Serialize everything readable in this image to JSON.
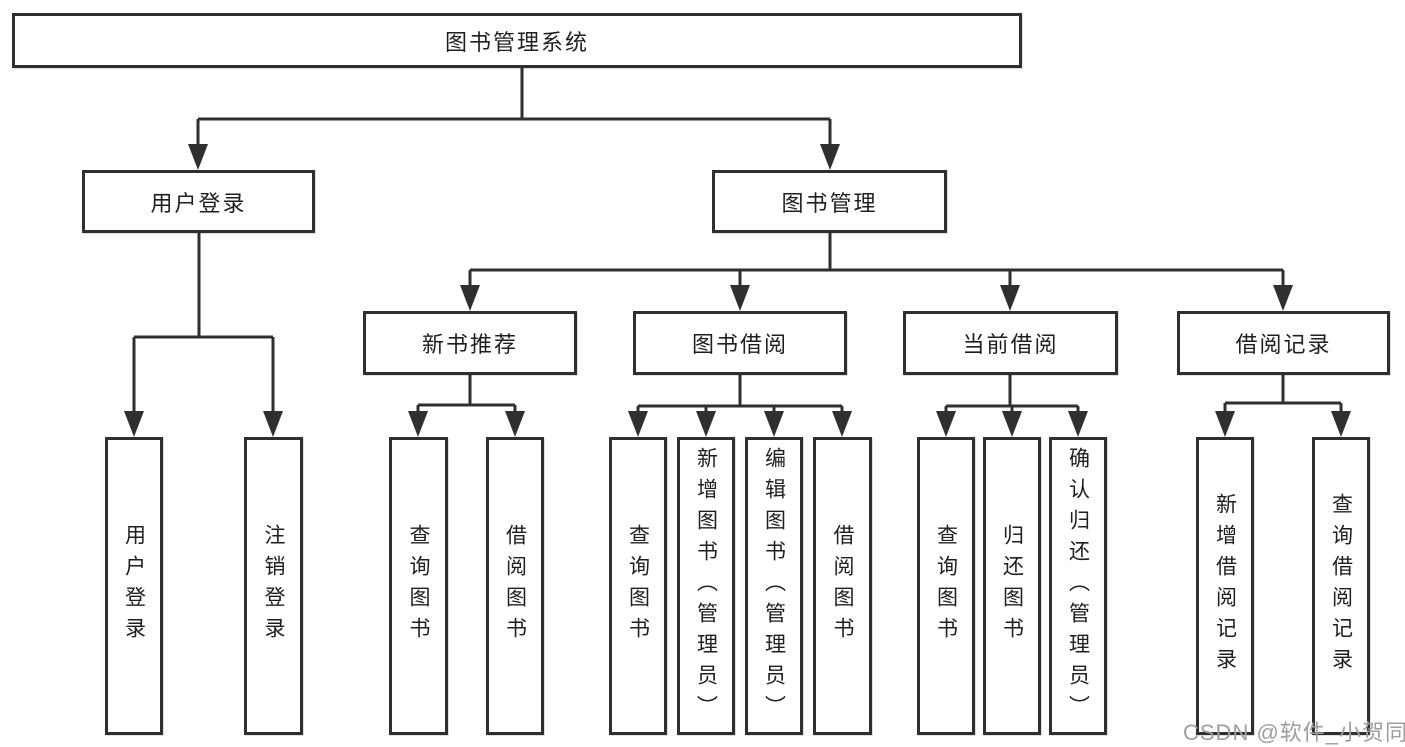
{
  "diagram": {
    "title": "图书管理系统",
    "root": {
      "label": "图书管理系统"
    },
    "level2": [
      {
        "id": "user-login",
        "label": "用户登录"
      },
      {
        "id": "book-management",
        "label": "图书管理"
      }
    ],
    "level3": [
      {
        "id": "new-book-recommend",
        "label": "新书推荐"
      },
      {
        "id": "book-borrowing",
        "label": "图书借阅"
      },
      {
        "id": "current-borrowing",
        "label": "当前借阅"
      },
      {
        "id": "borrowing-records",
        "label": "借阅记录"
      }
    ],
    "leaves": [
      {
        "parent": "用户登录",
        "label": "用户登录"
      },
      {
        "parent": "用户登录",
        "label": "注销登录"
      },
      {
        "parent": "新书推荐",
        "label": "查询图书"
      },
      {
        "parent": "新书推荐",
        "label": "借阅图书"
      },
      {
        "parent": "图书借阅",
        "label": "查询图书"
      },
      {
        "parent": "图书借阅",
        "label": "新增图书（管理员）"
      },
      {
        "parent": "图书借阅",
        "label": "编辑图书（管理员）"
      },
      {
        "parent": "图书借阅",
        "label": "借阅图书"
      },
      {
        "parent": "当前借阅",
        "label": "查询图书"
      },
      {
        "parent": "当前借阅",
        "label": "归还图书"
      },
      {
        "parent": "当前借阅",
        "label": "确认归还（管理员）"
      },
      {
        "parent": "借阅记录",
        "label": "新增借阅记录"
      },
      {
        "parent": "借阅记录",
        "label": "查询借阅记录"
      }
    ],
    "colors": {
      "line": "#2f2f2f",
      "box_border": "#2f2f2f",
      "text": "#1f1f1f",
      "watermark": "#9e9e9e"
    },
    "watermark": "CSDN @软件_小贺同学"
  }
}
